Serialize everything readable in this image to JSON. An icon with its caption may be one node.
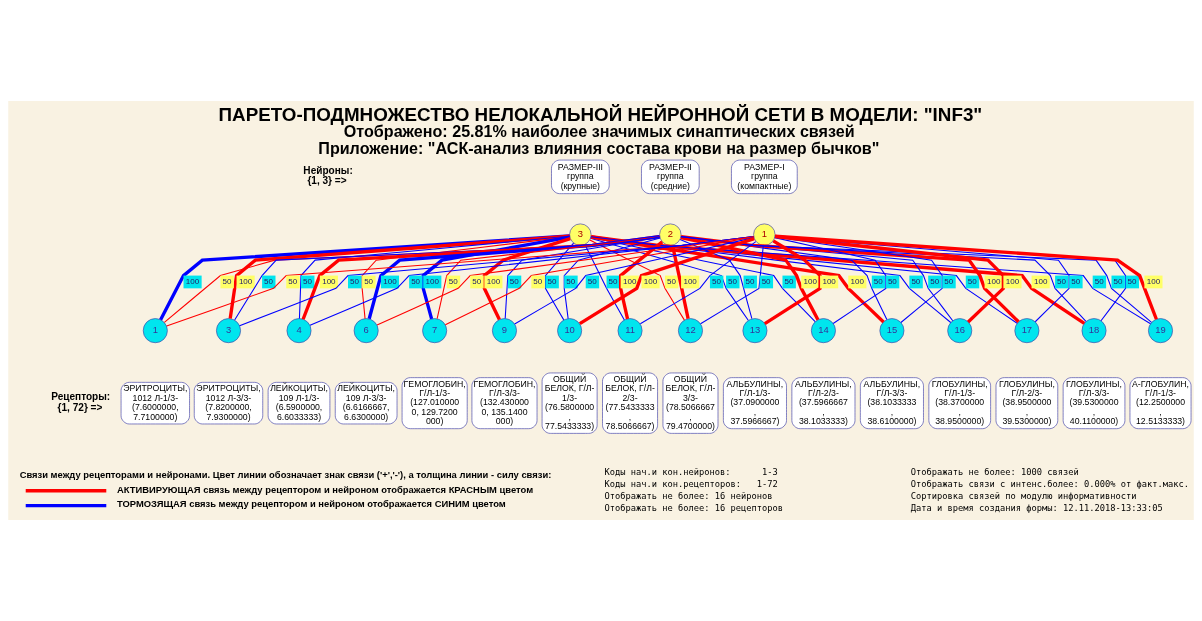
{
  "diagram": {
    "title": "ПАРЕТО-ПОДМНОЖЕСТВО НЕЛОКАЛЬНОЙ НЕЙРОННОЙ СЕТИ В МОДЕЛИ: \"INF3\"",
    "nodes": [
      {
        "text": [
          "РАЗМЕР-III группа (крупные)"
        ]
      },
      {
        "text": [
          "РАЗМЕР-II группа (средние)"
        ]
      },
      {
        "text": [
          "РАЗМЕР-I группа (компактные)"
        ]
      },
      {
        "text": [
          "3"
        ]
      },
      {
        "text": [
          "2"
        ]
      },
      {
        "text": [
          "1"
        ]
      },
      {
        "text": [
          "1"
        ]
      },
      {
        "text": [
          "3"
        ]
      },
      {
        "text": [
          "4"
        ]
      },
      {
        "text": [
          "6"
        ]
      },
      {
        "text": [
          "7"
        ]
      },
      {
        "text": [
          "9"
        ]
      },
      {
        "text": [
          "10"
        ]
      },
      {
        "text": [
          "11"
        ]
      },
      {
        "text": [
          "12"
        ]
      },
      {
        "text": [
          "13"
        ]
      },
      {
        "text": [
          "14"
        ]
      },
      {
        "text": [
          "15"
        ]
      },
      {
        "text": [
          "16"
        ]
      },
      {
        "text": [
          "17"
        ]
      },
      {
        "text": [
          "18"
        ]
      },
      {
        "text": [
          "19"
        ]
      },
      {
        "text": [
          "ЭРИТРОЦИТЫ, 1012 Л-1/3-(7.6000000, 7.7100000)"
        ]
      },
      {
        "text": [
          "ЭРИТРОЦИТЫ, 1012 Л-3/3-(7.8200000, 7.9300000)"
        ]
      },
      {
        "text": [
          "ЛЕЙКОЦИТЫ, 109 Л-1/3-(6.5900000, 6.6033333)"
        ]
      },
      {
        "text": [
          "ЛЕЙКОЦИТЫ, 109 Л-3/3-(6.6166667, 6.6300000)"
        ]
      },
      {
        "text": [
          "ГЕМОГЛОБИН, Г/Л-1/3-(127.0100000, 129.7200000)"
        ]
      },
      {
        "text": [
          "ГЕМОГЛОБИН, Г/Л-3/3-(132.4300000, 135.1400000)"
        ]
      },
      {
        "text": [
          "ОБЩИЙ БЕЛОК, Г/Л-1/3-(76.5800000, 77.5433333)"
        ]
      },
      {
        "text": [
          "ОБЩИЙ БЕЛОК, Г/Л-2/3-(77.5433333, 78.5066667)"
        ]
      },
      {
        "text": [
          "ОБЩИЙ БЕЛОК, Г/Л-3/3-(78.5066667, 79.4700000)"
        ]
      },
      {
        "text": [
          "АЛЬБУЛИНЫ, Г/Л-1/3-(37.0900000, 37.5966667)"
        ]
      },
      {
        "text": [
          "АЛЬБУЛИНЫ, Г/Л-2/3-(37.5966667, 38.1033333)"
        ]
      },
      {
        "text": [
          "АЛЬБУЛИНЫ, Г/Л-3/3-(38.1033333, 38.6100000)"
        ]
      },
      {
        "text": [
          "ГЛОБУЛИНЫ, Г/Л-1/3-(38.3700000, 38.9500000)"
        ]
      },
      {
        "text": [
          "ГЛОБУЛИНЫ, Г/Л-2/3-(38.9500000, 39.5300000)"
        ]
      },
      {
        "text": [
          "ГЛОБУЛИНЫ, Г/Л-3/3-(39.5300000, 40.1100000)"
        ]
      },
      {
        "text": [
          "А-ГЛОБУЛИН, Г/Л-1/3-(12.2500000, 12.5133333)"
        ]
      }
    ],
    "edges": [
      {
        "from": 3,
        "to": 6,
        "arrow": "none",
        "label": "100",
        "style": "thick"
      },
      {
        "from": 3,
        "to": 7,
        "arrow": "none",
        "label": "100",
        "style": "thick",
        "color": "#ff0000"
      },
      {
        "from": 3,
        "to": 8,
        "arrow": "none",
        "label": "50"
      },
      {
        "from": 3,
        "to": 9,
        "arrow": "none",
        "label": "50",
        "color": "#ff0000"
      },
      {
        "from": 3,
        "to": 10,
        "arrow": "none",
        "label": "100",
        "style": "thick"
      },
      {
        "from": 3,
        "to": 11,
        "arrow": "none",
        "label": "100",
        "style": "thick",
        "color": "#ff0000"
      },
      {
        "from": 3,
        "to": 12,
        "arrow": "none",
        "label": "50"
      },
      {
        "from": 3,
        "to": 13,
        "arrow": "none",
        "label": "50"
      },
      {
        "from": 3,
        "to": 14,
        "arrow": "none",
        "label": "50",
        "color": "#ff0000"
      },
      {
        "from": 3,
        "to": 15,
        "arrow": "none",
        "label": "50"
      },
      {
        "from": 3,
        "to": 16,
        "arrow": "none",
        "label": "50"
      },
      {
        "from": 3,
        "to": 17,
        "arrow": "none",
        "label": "100",
        "style": "thick",
        "color": "#ff0000"
      },
      {
        "from": 3,
        "to": 18,
        "arrow": "none",
        "label": "50"
      },
      {
        "from": 3,
        "to": 19,
        "arrow": "none",
        "label": "50"
      },
      {
        "from": 3,
        "to": 20,
        "arrow": "none",
        "label": "100",
        "style": "thick",
        "color": "#ff0000"
      },
      {
        "from": 3,
        "to": 21,
        "arrow": "none",
        "label": "50"
      },
      {
        "from": 4,
        "to": 6,
        "arrow": "none",
        "label": "50",
        "color": "#ff0000"
      },
      {
        "from": 4,
        "to": 7,
        "arrow": "none",
        "label": "50"
      },
      {
        "from": 4,
        "to": 8,
        "arrow": "none",
        "label": "100",
        "style": "thick",
        "color": "#ff0000"
      },
      {
        "from": 4,
        "to": 9,
        "arrow": "none",
        "label": "100",
        "style": "thick"
      },
      {
        "from": 4,
        "to": 10,
        "arrow": "none",
        "label": "50",
        "color": "#ff0000"
      },
      {
        "from": 4,
        "to": 11,
        "arrow": "none",
        "label": "50"
      },
      {
        "from": 4,
        "to": 12,
        "arrow": "none",
        "label": "50"
      },
      {
        "from": 4,
        "to": 13,
        "arrow": "none",
        "label": "100",
        "style": "thick",
        "color": "#ff0000"
      },
      {
        "from": 4,
        "to": 14,
        "arrow": "none",
        "label": "100",
        "style": "thick",
        "color": "#ff0000"
      },
      {
        "from": 4,
        "to": 15,
        "arrow": "none",
        "label": "50"
      },
      {
        "from": 4,
        "to": 16,
        "arrow": "none",
        "label": "100",
        "style": "thick",
        "color": "#ff0000"
      },
      {
        "from": 4,
        "to": 17,
        "arrow": "none",
        "label": "50"
      },
      {
        "from": 4,
        "to": 18,
        "arrow": "none",
        "label": "50"
      },
      {
        "from": 4,
        "to": 19,
        "arrow": "none",
        "label": "100",
        "style": "thick",
        "color": "#ff0000"
      },
      {
        "from": 4,
        "to": 20,
        "arrow": "none",
        "label": "50"
      },
      {
        "from": 4,
        "to": 21,
        "arrow": "none",
        "label": "50"
      },
      {
        "from": 5,
        "to": 6,
        "arrow": "none",
        "label": "50",
        "color": "#ff0000"
      },
      {
        "from": 5,
        "to": 7,
        "arrow": "none",
        "label": "50"
      },
      {
        "from": 5,
        "to": 8,
        "arrow": "none",
        "label": "50"
      },
      {
        "from": 5,
        "to": 9,
        "arrow": "none",
        "label": "50",
        "color": "#ff0000"
      },
      {
        "from": 5,
        "to": 10,
        "arrow": "none",
        "label": "50",
        "color": "#ff0000"
      },
      {
        "from": 5,
        "to": 11,
        "arrow": "none",
        "label": "50"
      },
      {
        "from": 5,
        "to": 12,
        "arrow": "none",
        "label": "100",
        "style": "thick",
        "color": "#ff0000"
      },
      {
        "from": 5,
        "to": 13,
        "arrow": "none",
        "label": "50"
      },
      {
        "from": 5,
        "to": 14,
        "arrow": "none",
        "label": "50"
      },
      {
        "from": 5,
        "to": 15,
        "arrow": "none",
        "label": "100",
        "style": "thick",
        "color": "#ff0000"
      },
      {
        "from": 5,
        "to": 16,
        "arrow": "none",
        "label": "50"
      },
      {
        "from": 5,
        "to": 17,
        "arrow": "none",
        "label": "50"
      },
      {
        "from": 5,
        "to": 18,
        "arrow": "none",
        "label": "100",
        "style": "thick",
        "color": "#ff0000"
      },
      {
        "from": 5,
        "to": 19,
        "arrow": "none",
        "label": "50"
      },
      {
        "from": 5,
        "to": 20,
        "arrow": "none",
        "label": "50"
      },
      {
        "from": 5,
        "to": 21,
        "arrow": "none",
        "label": "100",
        "style": "thick",
        "color": "#ff0000"
      }
    ],
    "labels": [
      "Отображено: 25.81% наиболее значимых синаптических связей",
      "Приложение: \"АСК-анализ влияния состава крови на размер бычков\"",
      "Нейроны:",
      "{1, 3} =>",
      "Рецепторы:",
      "{1, 72} =>",
      "Связи между рецепторами и нейронами. Цвет линии обозначает знак связи ('+','-'), а толщина линии - силу связи:",
      "Коды нач.и кон.нейронов:      1-3",
      "Коды нач.и кон.рецепторов:   1-72",
      "Отображать не более: 16 нейронов",
      "Отображать не более: 16 рецепторов",
      "Отображать не более: 1000 связей",
      "Отображать связи с интенс.более: 0.000% от факт.макс.",
      "Сортировка связей по модулю информативности",
      "Дата и время создания формы: 12.11.2018-13:33:05"
    ],
    "legend": [
      {
        "text": "АКТИВИРУЮЩАЯ связь между рецептором и нейроном отображается КРАСНЫМ цветом",
        "color": "#ff0000"
      },
      {
        "text": "ТОРМОЗЯЩАЯ связь между рецептором и нейроном отображается СИНИМ цветом",
        "color": "#0000ff"
      }
    ]
  }
}
